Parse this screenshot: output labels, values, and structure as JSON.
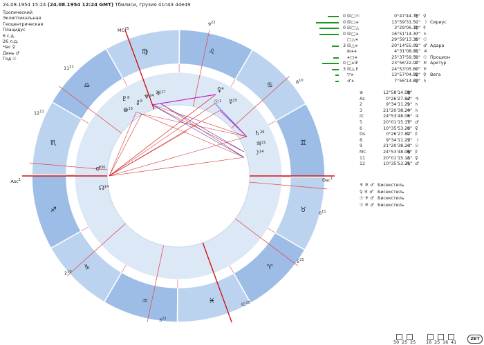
{
  "header": {
    "date": "24.08.1954",
    "time": "15:24",
    "gmt": "(24.08.1954  12:24 GMT)",
    "place": "Тбилиси, Грузия 41n43  44e49"
  },
  "info": [
    "Тропический",
    "Эклиптикальная",
    "Геоцентрическая",
    "Плацидус",
    "6 с.д.",
    "26 л.д.",
    "Час ♀",
    "День ♂",
    "Год ☉"
  ],
  "wheel": {
    "houses": [
      {
        "label": "Asc",
        "deg": "1"
      },
      {
        "label": "2",
        "deg": "10"
      },
      {
        "label": "3",
        "deg": "22"
      },
      {
        "label": "IC",
        "deg": "25"
      },
      {
        "label": "5",
        "deg": "21"
      },
      {
        "label": "6",
        "deg": "11"
      },
      {
        "label": "Dsc",
        "deg": "1"
      },
      {
        "label": "8",
        "deg": "10"
      },
      {
        "label": "9",
        "deg": "22"
      },
      {
        "label": "MC",
        "deg": "25"
      },
      {
        "label": "11",
        "deg": "21"
      },
      {
        "label": "12",
        "deg": "11"
      }
    ],
    "signs": [
      "♐",
      "♑",
      "♒",
      "♓",
      "♈",
      "♉",
      "♊",
      "♋",
      "♌",
      "♍",
      "♎",
      "♏"
    ],
    "planets": [
      {
        "g": "♀",
        "d": "4"
      },
      {
        "g": "☉",
        "d": "1"
      },
      {
        "g": "☿",
        "d": "25"
      },
      {
        "g": "♄",
        "d": "26"
      },
      {
        "g": "♃",
        "d": "21"
      },
      {
        "g": "☽",
        "d": "14"
      },
      {
        "g": "♂",
        "d": "30"
      },
      {
        "g": "☊",
        "d": "14"
      },
      {
        "g": "♆",
        "d": "24"
      },
      {
        "g": "♅",
        "d": "17"
      },
      {
        "g": "♇",
        "d": "8"
      },
      {
        "g": "⚷",
        "d": "9"
      },
      {
        "g": "⊗",
        "d": "13"
      }
    ]
  },
  "planet_list": [
    {
      "num": "0",
      "asp": "☒□☉",
      "pos": "0°47'44.75\"",
      "sign": "♍",
      "pl": "♀",
      "star": ""
    },
    {
      "num": "0",
      "asp": "☒□⚹",
      "pos": "13°59'31.51\"",
      "sign": "♌",
      "pl": "☽",
      "star": "Сириус"
    },
    {
      "num": "0",
      "asp": "☒□△",
      "pos": "3°29'06.10\"",
      "sign": "♍",
      "pl": "☿",
      "star": ""
    },
    {
      "num": "0",
      "asp": "☒□⚹",
      "pos": "16°51'14.37\"",
      "sign": "♌",
      "pl": "♄",
      "star": ""
    },
    {
      "num": "",
      "asp": "□△⚹",
      "pos": "29°59'13.39\"",
      "sign": "♎",
      "pl": "☉",
      "star": ""
    },
    {
      "num": "3",
      "asp": "☒△⚹",
      "pos": "20°14'55.01\"",
      "sign": "♋",
      "pl": "♂",
      "star": "Адара"
    },
    {
      "num": "",
      "asp": "⊞⚹⚹",
      "pos": "4°31'08.01\"",
      "sign": "♏",
      "pl": "♃",
      "star": ""
    },
    {
      "num": "",
      "asp": "⚹□⚹",
      "pos": "25°37'59.50\"",
      "sign": "♋",
      "pl": "☉",
      "star": "Процион"
    },
    {
      "num": "0",
      "asp": "□⚹Ψ",
      "pos": "23°56'22.07\"",
      "sign": "♎",
      "pl": "♅",
      "star": "Арктур"
    },
    {
      "num": "3",
      "asp": "☒△♇",
      "pos": "24°53'05.60\"",
      "sign": "♌",
      "pl": "♆",
      "star": ""
    },
    {
      "num": "",
      "asp": "▽⚹",
      "pos": "13°57'04.92\"",
      "sign": "♍",
      "pl": "♀",
      "star": "Вега"
    },
    {
      "num": "",
      "asp": "♂⚹",
      "pos": "7°56'14.83\"",
      "sign": "♍",
      "pl": "♄",
      "star": ""
    }
  ],
  "cusp_list": [
    {
      "k": "⊗",
      "v": "12°58'14.58\"",
      "s": "♍",
      "r": ""
    },
    {
      "k": "As",
      "v": "0°26'27.82\"",
      "s": "♐",
      "r": "♃"
    },
    {
      "k": "2",
      "v": "9°34'11.22\"",
      "s": "♑",
      "r": "♄"
    },
    {
      "k": "3",
      "v": "21°20'38.20\"",
      "s": "♒",
      "r": "♄"
    },
    {
      "k": "IC",
      "v": "24°53'48.06\"",
      "s": "♓",
      "r": "♃"
    },
    {
      "k": "5",
      "v": "20°01'15.15\"",
      "s": "♈",
      "r": "♂"
    },
    {
      "k": "6",
      "v": "10°35'53.26\"",
      "s": "♉",
      "r": "♀"
    },
    {
      "k": "Ds",
      "v": "0°26'27.82\"",
      "s": "♊",
      "r": "☿"
    },
    {
      "k": "8",
      "v": "9°34'11.22\"",
      "s": "♋",
      "r": "☽"
    },
    {
      "k": "9",
      "v": "21°20'38.20\"",
      "s": "♌",
      "r": "☉"
    },
    {
      "k": "MC",
      "v": "24°53'48.06\"",
      "s": "♍",
      "r": "☿"
    },
    {
      "k": "11",
      "v": "20°01'15.15\"",
      "s": "♎",
      "r": "♀"
    },
    {
      "k": "12",
      "v": "10°35'53.26\"",
      "s": "♏",
      "r": "♂"
    }
  ],
  "bisextiles": [
    {
      "g": "♆ ♅ ♂",
      "label": "Бисекстиль"
    },
    {
      "g": "♀ ♅ ♂",
      "label": "Бисекстиль"
    },
    {
      "g": "☉ ♆ ♂",
      "label": "Бисекстиль"
    },
    {
      "g": "☉ ♅ ♂",
      "label": "Бисекстиль"
    }
  ],
  "footer": {
    "a": "50",
    "b": "25",
    "c": "25",
    "d": "16",
    "e": "25",
    "f": "16",
    "g": "41",
    "zet": "ZET"
  }
}
